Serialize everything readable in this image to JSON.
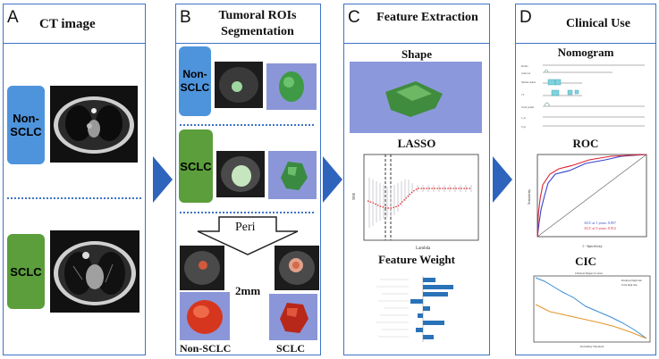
{
  "panels": {
    "a": {
      "letter": "A",
      "title": "CT image"
    },
    "b": {
      "letter": "B",
      "title_line1": "Tumoral ROIs",
      "title_line2": "Segmentation"
    },
    "c": {
      "letter": "C",
      "title": "Feature Extraction"
    },
    "d": {
      "letter": "D",
      "title": "Clinical Use"
    }
  },
  "a_labels": {
    "nonsclc_line1": "Non-",
    "nonsclc_line2": "SCLC",
    "sclc": "SCLC"
  },
  "b_labels": {
    "nonsclc_line1": "Non-",
    "nonsclc_line2": "SCLC",
    "sclc": "SCLC",
    "peri": "Peri",
    "mm": "2mm",
    "bottom_nonsclc": "Non-SCLC",
    "bottom_sclc": "SCLC"
  },
  "c_sections": {
    "shape": "Shape",
    "lasso": "LASSO",
    "weight": "Feature Weight"
  },
  "d_sections": {
    "nomogram": "Nomogram",
    "roc": "ROC",
    "cic": "CIC"
  },
  "roc": {
    "legend": [
      "AUC at 1 years: 0.857",
      "AUC at 5 years: 0.912"
    ],
    "xlabel": "1 - Specificity",
    "ylabel": "Sensitivity",
    "colors": [
      "#3344cc",
      "#dd2233"
    ]
  },
  "lasso": {
    "xlabel": "Lambda",
    "ylabel": "MSE"
  },
  "cic": {
    "title": "Clinical Impact Curve",
    "legend": [
      "Predicted high risk",
      "Total high risk"
    ],
    "xlabel": "Probability Threshold"
  }
}
